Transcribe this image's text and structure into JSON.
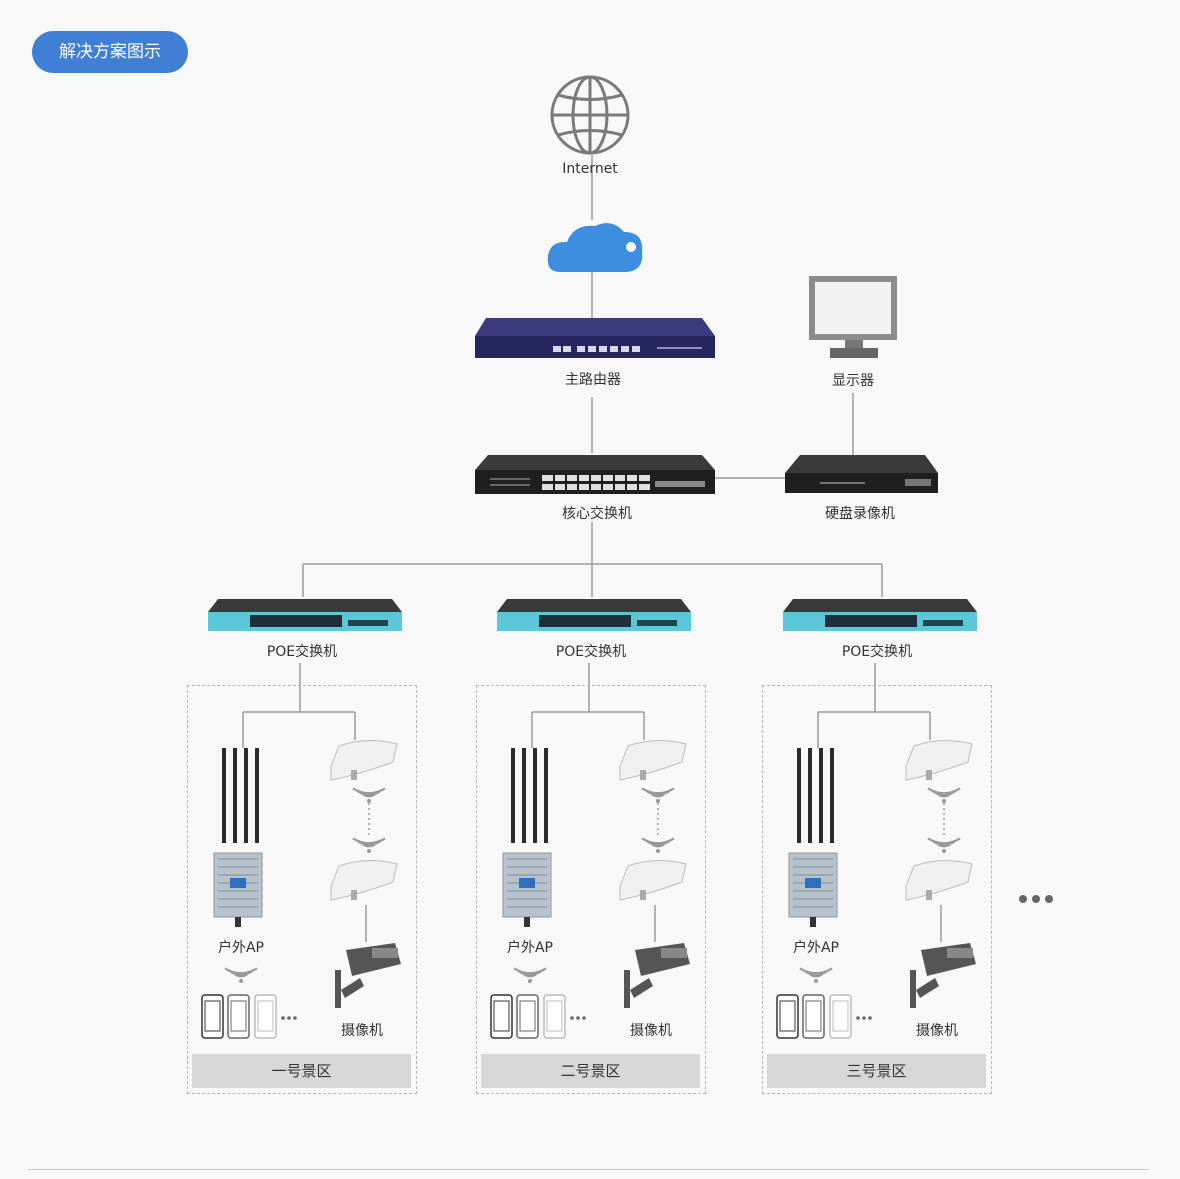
{
  "header": {
    "badge_label": "解决方案图示"
  },
  "core": {
    "internet_label": "Internet",
    "router_label": "主路由器",
    "monitor_label": "显示器",
    "core_switch_label": "核心交换机",
    "nvr_label": "硬盘录像机"
  },
  "zones": [
    {
      "switch_label": "POE交换机",
      "ap_label": "户外AP",
      "camera_label": "摄像机",
      "more_label": "…",
      "footer_label": "一号景区"
    },
    {
      "switch_label": "POE交换机",
      "ap_label": "户外AP",
      "camera_label": "摄像机",
      "more_label": "…",
      "footer_label": "二号景区"
    },
    {
      "switch_label": "POE交换机",
      "ap_label": "户外AP",
      "camera_label": "摄像机",
      "more_label": "…",
      "footer_label": "三号景区"
    }
  ],
  "more_zones_indicator": "•••",
  "colors": {
    "accent": "#3f7fd4",
    "cloud": "#3d8de0",
    "poe_switch": "#5bc7d8",
    "router": "#2e2e6e"
  }
}
